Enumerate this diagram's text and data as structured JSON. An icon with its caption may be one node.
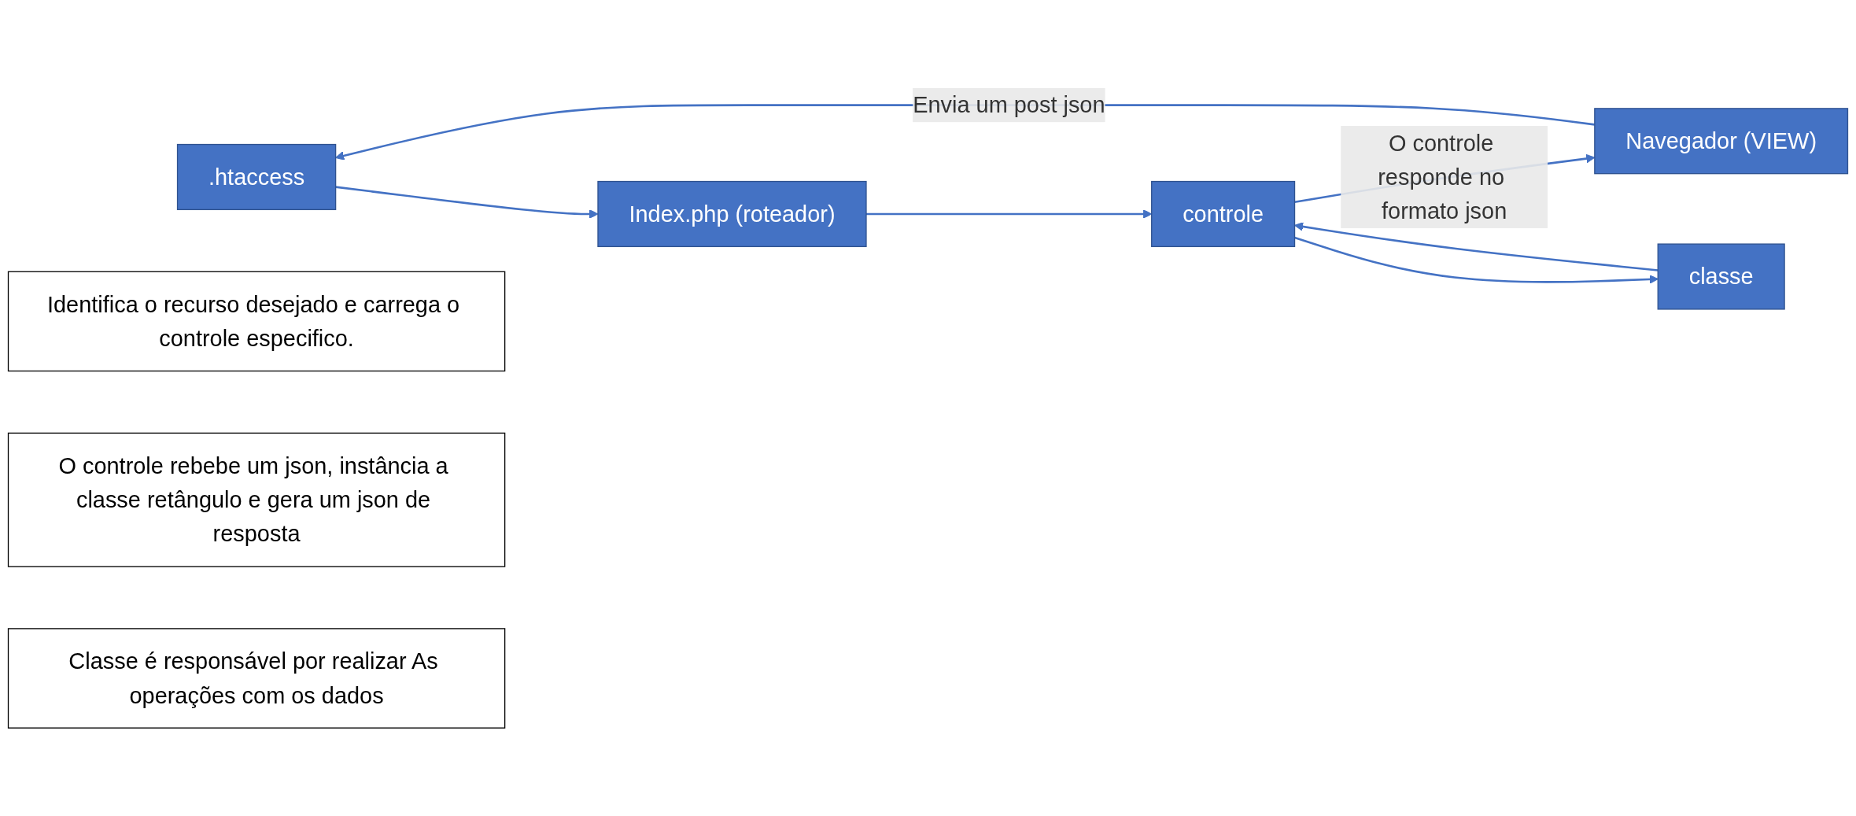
{
  "diagram": {
    "nodes": [
      {
        "text": [
          ".htaccess"
        ]
      },
      {
        "text": [
          "Index.php (roteador)"
        ]
      },
      {
        "text": [
          "Identifica o recurso desejado e carrega o controle especifico."
        ]
      },
      {
        "text": [
          "O controle rebebe um json, instância a classe retângulo e gera um json de resposta"
        ]
      },
      {
        "text": [
          "controle"
        ]
      },
      {
        "text": [
          "Navegador (VIEW)"
        ]
      },
      {
        "text": [
          "classe"
        ]
      },
      {
        "text": [
          "Classe é responsável por realizar As operações com os dados"
        ]
      }
    ],
    "edges": [
      {
        "from": 0,
        "to": 1,
        "arrow": "to"
      },
      {
        "from": 1,
        "to": 4,
        "arrow": "to"
      },
      {
        "from": 4,
        "to": 5,
        "arrow": "to",
        "label": "O controle responde no formato json"
      },
      {
        "from": 5,
        "to": 0,
        "arrow": "to",
        "label": "Envia um post json"
      },
      {
        "from": 6,
        "to": 4,
        "arrow": "to"
      },
      {
        "from": 4,
        "to": 6,
        "arrow": "to"
      }
    ]
  }
}
